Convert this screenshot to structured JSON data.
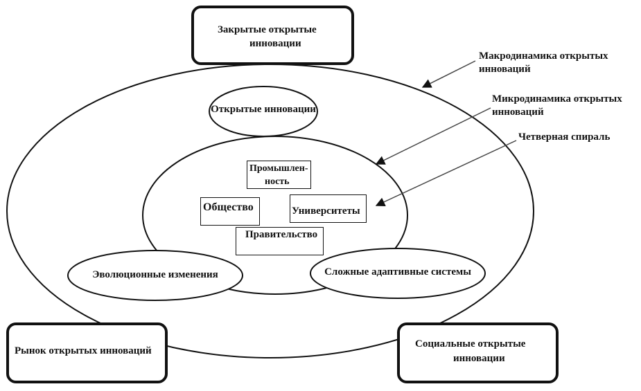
{
  "diagram": {
    "corner_boxes": {
      "top": [
        "Закрытые открытые",
        "инновации"
      ],
      "bottom_left": "Рынок открытых инноваций",
      "bottom_right": [
        "Социальные открытые",
        "инновации"
      ]
    },
    "ellipses": {
      "open_innovation": "Открытые инновации",
      "evolutionary_changes": "Эволюционные изменения",
      "complex_adaptive_systems": "Сложные адаптивные системы"
    },
    "helix_boxes": {
      "industry": [
        "Промышлен-",
        "ность"
      ],
      "society": "Общество",
      "universities": "Университеты",
      "government": "Правительство"
    },
    "annotations": {
      "macro": [
        "Макродинамика открытых",
        "инноваций"
      ],
      "micro": [
        "Микродинамика открытых",
        "инноваций"
      ],
      "helix": "Четверная спираль"
    }
  }
}
